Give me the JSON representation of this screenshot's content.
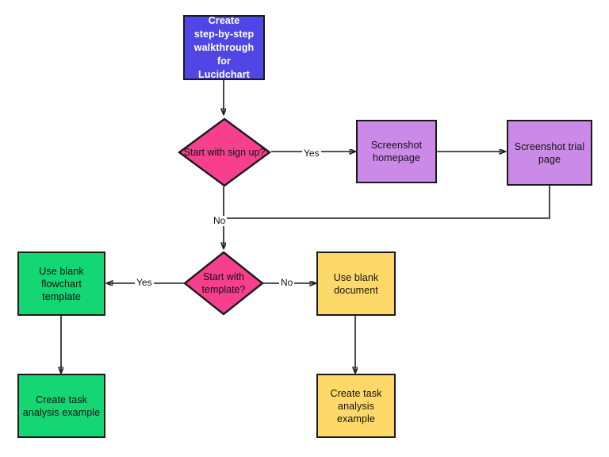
{
  "diagram": {
    "type": "flowchart",
    "title": "Create step-by-step walkthrough for Lucidchart",
    "background_color": "#ffffff",
    "line_color": "#1a1a1a"
  },
  "colors": {
    "start_fill": "#4f46e5",
    "start_text": "#ffffff",
    "decision_fill": "#f73f8e",
    "screenshot_fill": "#cc8ae8",
    "template_fill": "#14d672",
    "document_fill": "#fcd968",
    "stroke": "#1a1a1a",
    "text": "#111111"
  },
  "nodes": {
    "start": {
      "id": "start",
      "shape": "rectangle",
      "label": "Create\nstep-by-step\nwalkthrough for\nLucidchart",
      "fill": "#4f46e5"
    },
    "decision_signup": {
      "id": "decision-signup",
      "shape": "diamond",
      "label": "Start with sign up?",
      "fill": "#f73f8e"
    },
    "screenshot_homepage": {
      "id": "screenshot-homepage",
      "shape": "rectangle",
      "label": "Screenshot\nhomepage",
      "fill": "#cc8ae8"
    },
    "screenshot_trial": {
      "id": "screenshot-trial-page",
      "shape": "rectangle",
      "label": "Screenshot trial\npage",
      "fill": "#cc8ae8"
    },
    "decision_template": {
      "id": "decision-template",
      "shape": "diamond",
      "label": "Start with\ntemplate?",
      "fill": "#f73f8e"
    },
    "blank_flowchart": {
      "id": "use-blank-flowchart-template",
      "shape": "rectangle",
      "label": "Use blank\nflowchart template",
      "fill": "#14d672"
    },
    "blank_document": {
      "id": "use-blank-document",
      "shape": "rectangle",
      "label": "Use blank\ndocument",
      "fill": "#fcd968"
    },
    "task_analysis_left": {
      "id": "create-task-analysis-example-left",
      "shape": "rectangle",
      "label": "Create task\nanalysis example",
      "fill": "#14d672"
    },
    "task_analysis_right": {
      "id": "create-task-analysis-example-right",
      "shape": "rectangle",
      "label": "Create task\nanalysis example",
      "fill": "#fcd968"
    }
  },
  "edge_labels": {
    "signup_yes": "Yes",
    "signup_no": "No",
    "template_yes": "Yes",
    "template_no": "No"
  },
  "edges": [
    {
      "from": "start",
      "to": "decision_signup",
      "label": ""
    },
    {
      "from": "decision_signup",
      "to": "screenshot_homepage",
      "label": "Yes"
    },
    {
      "from": "screenshot_homepage",
      "to": "screenshot_trial",
      "label": ""
    },
    {
      "from": "screenshot_trial",
      "to": "decision_template",
      "label": ""
    },
    {
      "from": "decision_signup",
      "to": "decision_template",
      "label": "No"
    },
    {
      "from": "decision_template",
      "to": "blank_flowchart",
      "label": "Yes"
    },
    {
      "from": "decision_template",
      "to": "blank_document",
      "label": "No"
    },
    {
      "from": "blank_flowchart",
      "to": "task_analysis_left",
      "label": ""
    },
    {
      "from": "blank_document",
      "to": "task_analysis_right",
      "label": ""
    }
  ]
}
